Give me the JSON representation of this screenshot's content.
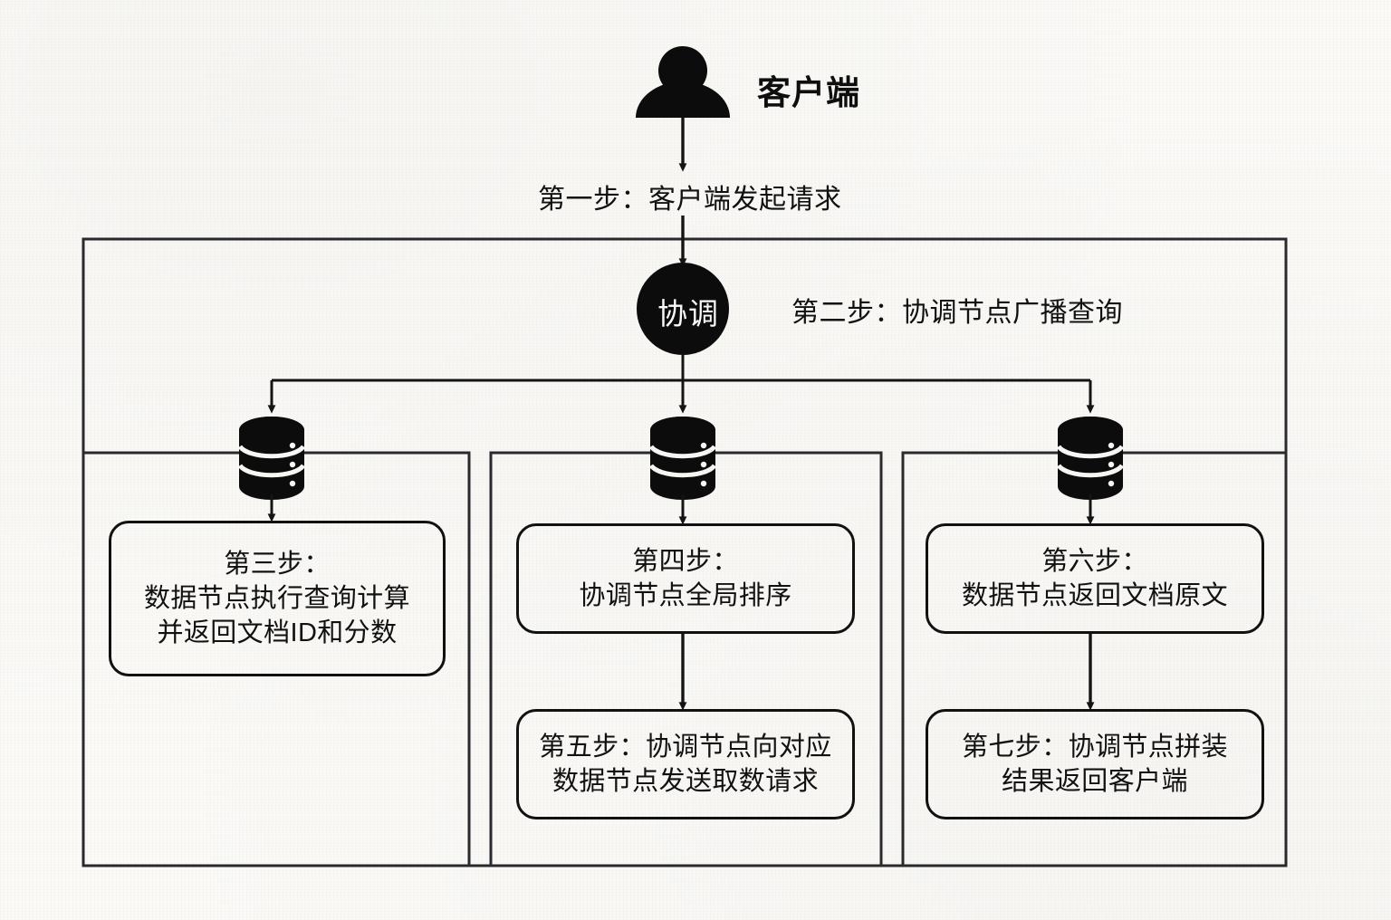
{
  "diagram": {
    "title_actor": "客户端",
    "coordinator_label": "协调",
    "steps": {
      "step1": "第一步：客户端发起请求",
      "step2": "第二步：协调节点广播查询",
      "step3_l1": "第三步：",
      "step3_l2": "数据节点执行查询计算",
      "step3_l3": "并返回文档ID和分数",
      "step4_l1": "第四步：",
      "step4_l2": "协调节点全局排序",
      "step5_l1": "第五步：协调节点向对应",
      "step5_l2": "数据节点发送取数请求",
      "step6_l1": "第六步：",
      "step6_l2": "数据节点返回文档原文",
      "step7_l1": "第七步：协调节点拼装",
      "step7_l2": "结果返回客户端"
    },
    "icons": {
      "client": "person-icon",
      "coordinator": "coordinator-circle-icon",
      "data_node_left": "database-cylinder-icon",
      "data_node_mid": "database-cylinder-icon",
      "data_node_right": "database-cylinder-icon"
    },
    "colors": {
      "background": "#fbfaf7",
      "stroke": "#111111",
      "node_fill": "#0c0c0c",
      "node_text": "#ffffff",
      "box_fill": "#fbfaf7"
    }
  }
}
